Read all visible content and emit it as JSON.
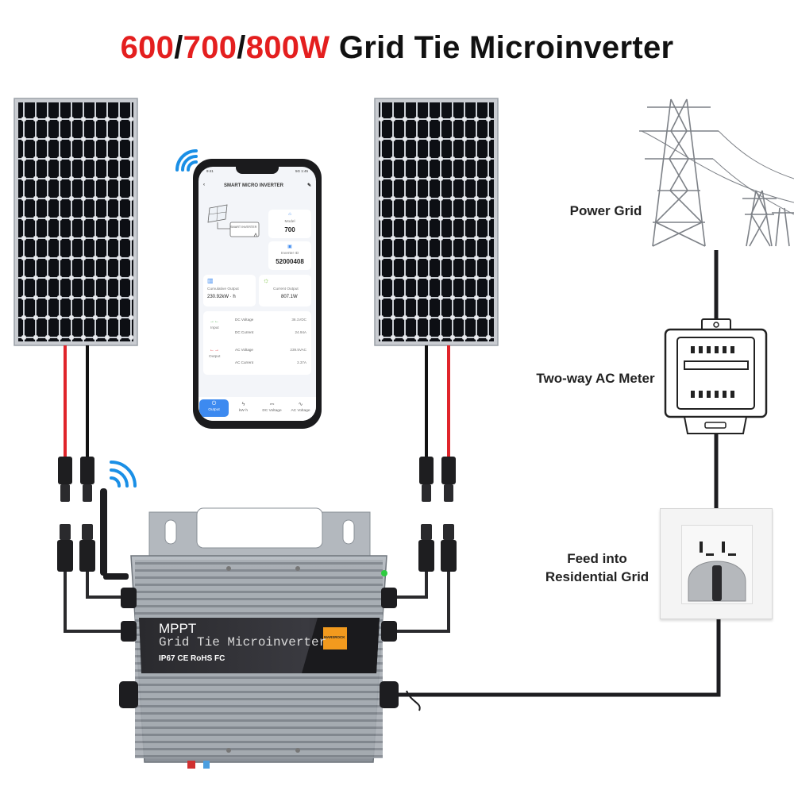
{
  "title": {
    "w1": "600",
    "s1": "/",
    "w2": "700",
    "s2": "/",
    "w3": "800W",
    "rest": " Grid Tie Microinverter",
    "accent_color": "#e41f1f"
  },
  "labels": {
    "power_grid": "Power Grid",
    "meter": "Two-way AC Meter",
    "feed_line1": "Feed into",
    "feed_line2": "Residential Grid"
  },
  "phone": {
    "status_left": "9:41",
    "status_right": "5G 1:45",
    "back": "‹",
    "header": "SMART MICRO INVERTER",
    "edit": "✎",
    "device_text": "SMART INVERTER",
    "model_label": "Model",
    "model_value": "700",
    "inverter_id_label": "Inverter ID",
    "inverter_id_value": "52000408",
    "cumulative_label": "Cumulative Output",
    "cumulative_value": "230.92kW · h",
    "current_label": "Current Output",
    "current_value": "807.1W",
    "input_label": "Input",
    "output_label": "Output",
    "rows": [
      {
        "label": "DC Voltage",
        "value": "36.1VDC"
      },
      {
        "label": "DC Current",
        "value": "24.94A"
      },
      {
        "label": "AC Voltage",
        "value": "239.5VAC"
      },
      {
        "label": "AC Current",
        "value": "3.37A"
      }
    ],
    "tabs": [
      {
        "label": "Output",
        "icon": "power-icon"
      },
      {
        "label": "kW·h",
        "icon": "energy-icon"
      },
      {
        "label": "DC Voltage",
        "icon": "dc-icon"
      },
      {
        "label": "AC Voltage",
        "icon": "ac-icon"
      }
    ],
    "active_tab": "Output"
  },
  "inverter": {
    "line1": "MPPT",
    "line2": "Grid Tie Microinverter",
    "certs": "IP67  CE  RoHS  FC",
    "brand": "MARSROCK"
  },
  "colors": {
    "positive_cable": "#e0242a",
    "negative_cable": "#111111",
    "panel_cell": "#0d0f14",
    "panel_frame": "#c9ccd1",
    "wifi": "#1a8fe6",
    "inverter_body": "#9aa0a7"
  }
}
